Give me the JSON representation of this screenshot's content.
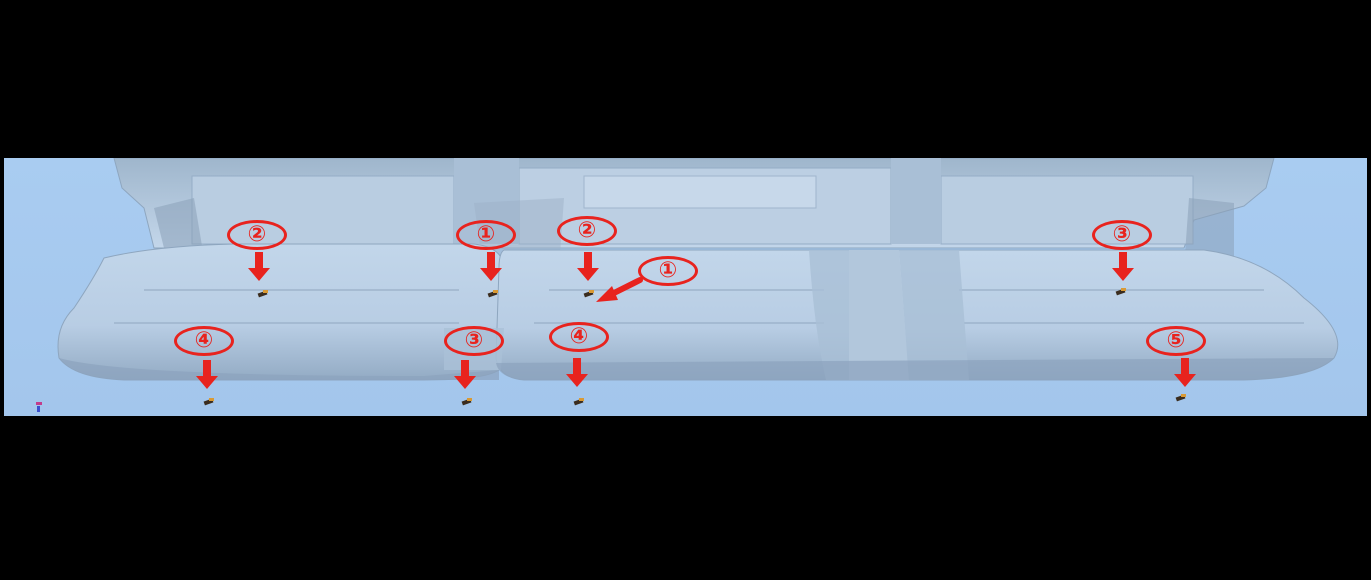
{
  "callouts": [
    {
      "label": "②"
    },
    {
      "label": "①"
    },
    {
      "label": "②"
    },
    {
      "label": "①"
    },
    {
      "label": "③"
    },
    {
      "label": "④"
    },
    {
      "label": "③"
    },
    {
      "label": "④"
    },
    {
      "label": "⑤"
    }
  ],
  "colors": {
    "background": "#a6c8ee",
    "seat_surface": "#b5cfe9",
    "annotation": "#e8231e",
    "letterbox": "#000000"
  },
  "icons": {
    "arrows": "arrow-down-icon",
    "diagonal_arrow": "arrow-down-left-icon",
    "fasteners": "bolt-icon",
    "axis": "axis-triad-icon"
  }
}
